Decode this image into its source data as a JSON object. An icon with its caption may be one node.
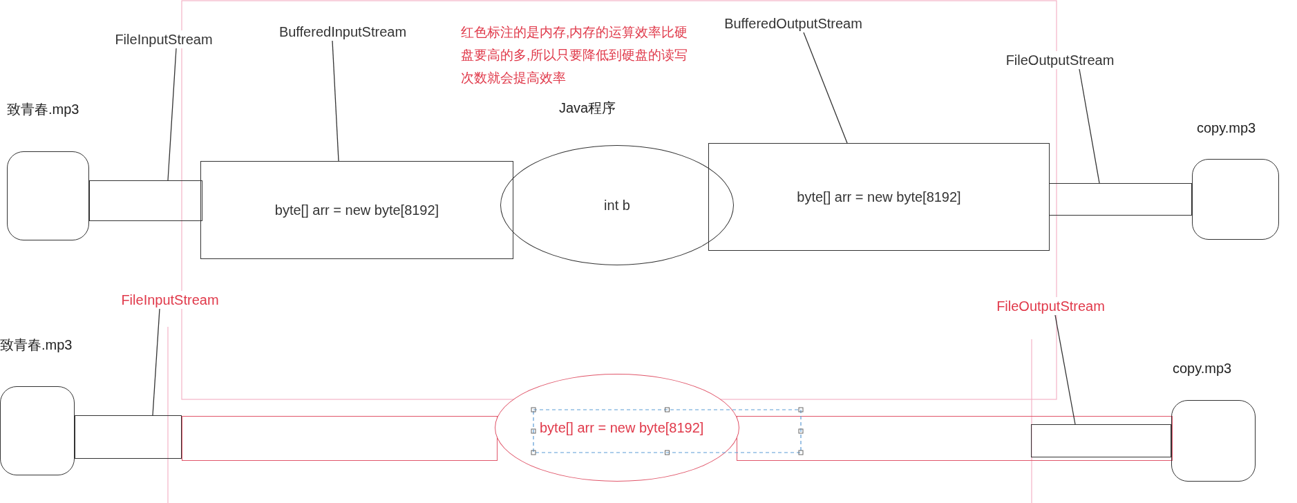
{
  "diagram": {
    "nodes": [
      {
        "text": [],
        "shape": "box",
        "beside": [
          "致青春.mp3"
        ]
      },
      {
        "text": [],
        "shape": "box"
      },
      {
        "text": [
          "FileInputStream"
        ]
      },
      {
        "text": [
          "byte[] arr = new byte[8192]"
        ]
      },
      {
        "text": [
          "BufferedInputStream"
        ]
      },
      {
        "text": [
          "int b"
        ],
        "beside": [
          "Java程序"
        ]
      },
      {
        "text": [
          "byte[] arr = new byte[8192]"
        ]
      },
      {
        "text": [
          "BufferedOutputStream"
        ]
      },
      {
        "text": [],
        "shape": "box"
      },
      {
        "text": [
          "FileOutputStream"
        ]
      },
      {
        "text": [],
        "shape": "box",
        "beside": [
          "copy.mp3"
        ]
      },
      {
        "text": [],
        "shape": "box",
        "beside": [
          "致青春.mp3"
        ]
      },
      {
        "text": [],
        "shape": "box"
      },
      {
        "text": [
          "FileInputStream"
        ]
      },
      {
        "text": [],
        "shape": "box"
      },
      {
        "text": [
          "byte[] arr = new byte[8192]"
        ]
      },
      {
        "text": [],
        "shape": "box"
      },
      {
        "text": [],
        "shape": "box",
        "in": 16
      },
      {
        "text": [
          "FileOutputStream"
        ]
      },
      {
        "text": [],
        "shape": "box",
        "beside": [
          "copy.mp3"
        ]
      }
    ],
    "edges": [
      {
        "from": 2,
        "to": 1,
        "arrow": "none"
      },
      {
        "from": 4,
        "to": 3,
        "arrow": "none"
      },
      {
        "from": 7,
        "to": 6,
        "arrow": "none"
      },
      {
        "from": 9,
        "to": 8,
        "arrow": "none"
      },
      {
        "from": 13,
        "to": 12,
        "arrow": "none"
      },
      {
        "from": 18,
        "to": 17,
        "arrow": "none"
      }
    ],
    "labels": [
      "红色标注的是内存,内存的运算效率比硬盘要高的多,所以只要降低到硬盘的读写次数就会提高效率"
    ]
  }
}
